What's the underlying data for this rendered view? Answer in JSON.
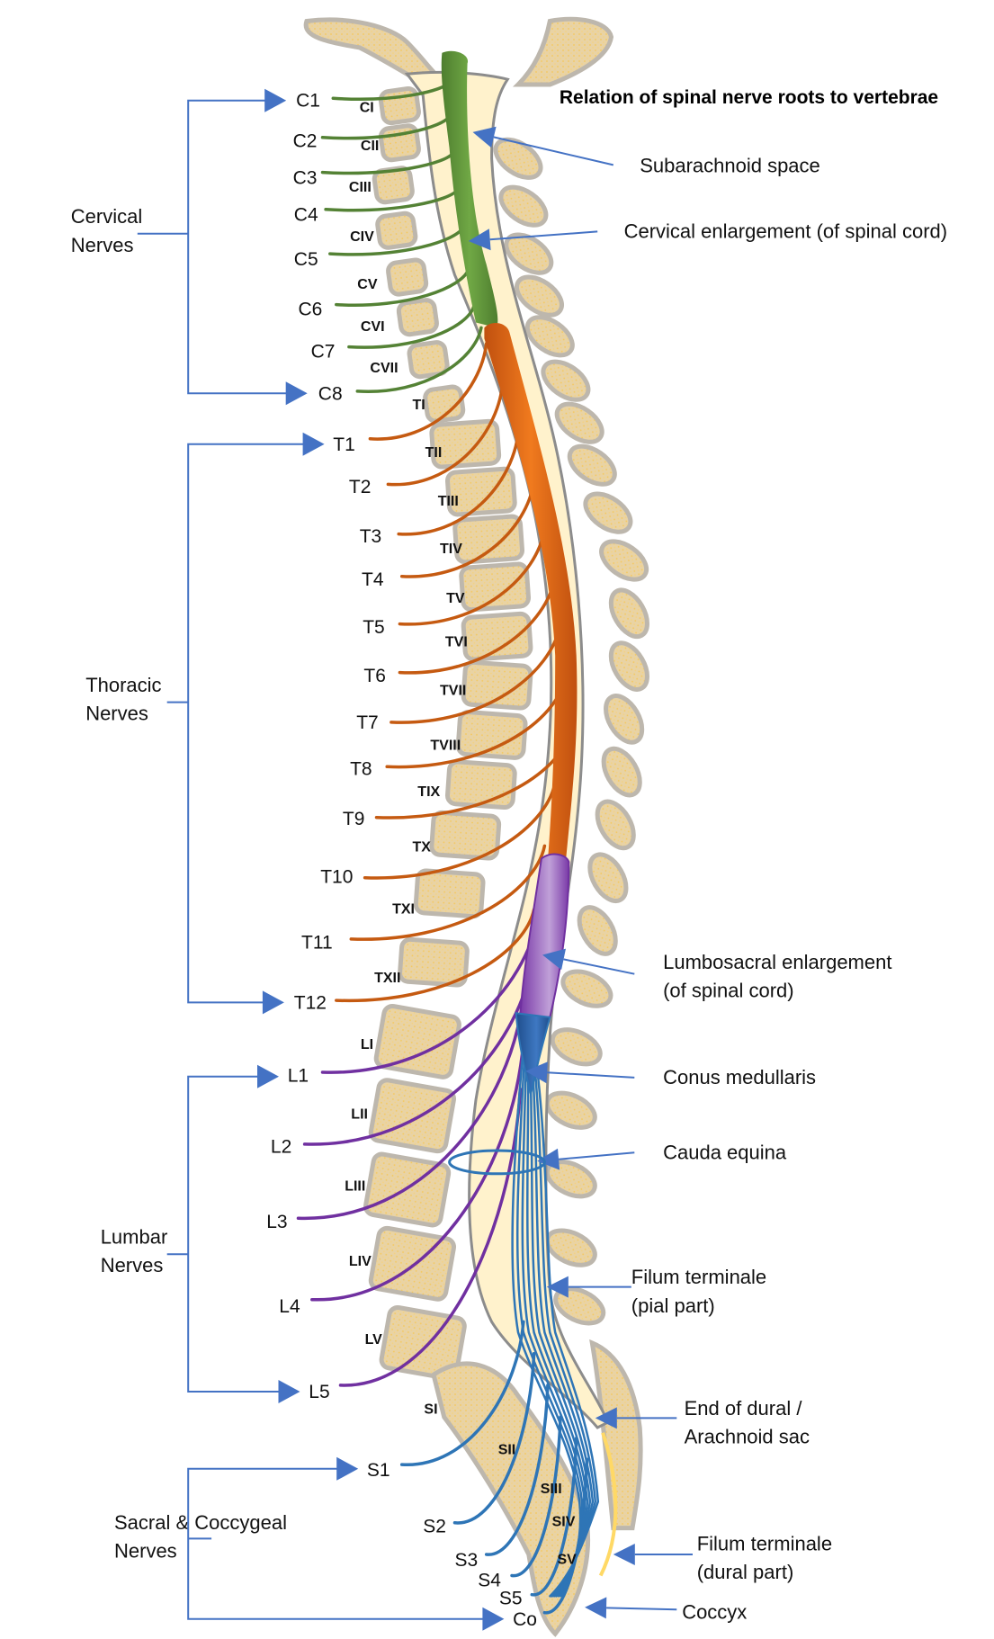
{
  "title": "Relation of spinal nerve roots to vertebrae",
  "colors": {
    "cervical": "#548235",
    "thoracic": "#c55a11",
    "lumbar": "#7030a0",
    "sacral": "#2e75b6",
    "pointer": "#4472c4",
    "vertebra_fill": "#e9d3a4",
    "vertebra_outline": "#bdb7ad",
    "subarachnoid": "#fff2cc"
  },
  "groups": [
    {
      "id": "cervical",
      "line1": "Cervical",
      "line2": "Nerves"
    },
    {
      "id": "thoracic",
      "line1": "Thoracic",
      "line2": "Nerves"
    },
    {
      "id": "lumbar",
      "line1": "Lumbar",
      "line2": "Nerves"
    },
    {
      "id": "sacral",
      "line1": "Sacral & Coccygeal",
      "line2": "Nerves"
    }
  ],
  "nerves": {
    "cervical": [
      "C1",
      "C2",
      "C3",
      "C4",
      "C5",
      "C6",
      "C7",
      "C8"
    ],
    "thoracic": [
      "T1",
      "T2",
      "T3",
      "T4",
      "T5",
      "T6",
      "T7",
      "T8",
      "T9",
      "T10",
      "T11",
      "T12"
    ],
    "lumbar": [
      "L1",
      "L2",
      "L3",
      "L4",
      "L5"
    ],
    "sacral": [
      "S1",
      "S2",
      "S3",
      "S4",
      "S5",
      "Co"
    ]
  },
  "vertebrae": [
    "CI",
    "CII",
    "CIII",
    "CIV",
    "CV",
    "CVI",
    "CVII",
    "TI",
    "TII",
    "TIII",
    "TIV",
    "TV",
    "TVI",
    "TVII",
    "TVIII",
    "TIX",
    "TX",
    "TXI",
    "TXII",
    "LI",
    "LII",
    "LIII",
    "LIV",
    "LV",
    "SI",
    "SII",
    "SIII",
    "SIV",
    "SV"
  ],
  "annotations": [
    {
      "id": "subarachnoid-space",
      "lines": [
        "Subarachnoid space"
      ]
    },
    {
      "id": "cervical-enlargement",
      "lines": [
        "Cervical enlargement (of spinal cord)"
      ]
    },
    {
      "id": "lumbosacral-enlargement",
      "lines": [
        "Lumbosacral enlargement",
        "(of spinal cord)"
      ]
    },
    {
      "id": "conus-medullaris",
      "lines": [
        "Conus medullaris"
      ]
    },
    {
      "id": "cauda-equina",
      "lines": [
        "Cauda equina"
      ]
    },
    {
      "id": "filum-terminale-pial",
      "lines": [
        "Filum terminale",
        "(pial part)"
      ]
    },
    {
      "id": "end-of-dural-sac",
      "lines": [
        "End of dural /",
        "Arachnoid sac"
      ]
    },
    {
      "id": "filum-terminale-dural",
      "lines": [
        "Filum terminale",
        "(dural part)"
      ]
    },
    {
      "id": "coccyx",
      "lines": [
        "Coccyx"
      ]
    }
  ]
}
